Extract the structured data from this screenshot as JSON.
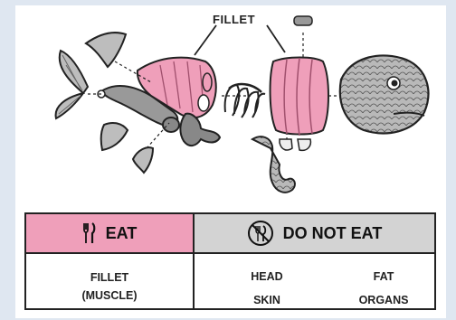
{
  "diagram": {
    "label_fillet": "FILLET"
  },
  "legend": {
    "eat_header": "EAT",
    "do_not_eat_header": "DO NOT EAT",
    "eat_items": [
      "FILLET",
      "(MUSCLE)"
    ],
    "do_not_eat_col1": [
      "HEAD",
      "SKIN"
    ],
    "do_not_eat_col2": [
      "FAT",
      "ORGANS"
    ]
  },
  "colors": {
    "eat": "#ef9fba",
    "do_not_eat": "#d3d3d3",
    "skin": "#b5b5b5",
    "outline": "#222222"
  },
  "icons": [
    "fork-knife-icon",
    "no-fork-knife-icon"
  ]
}
